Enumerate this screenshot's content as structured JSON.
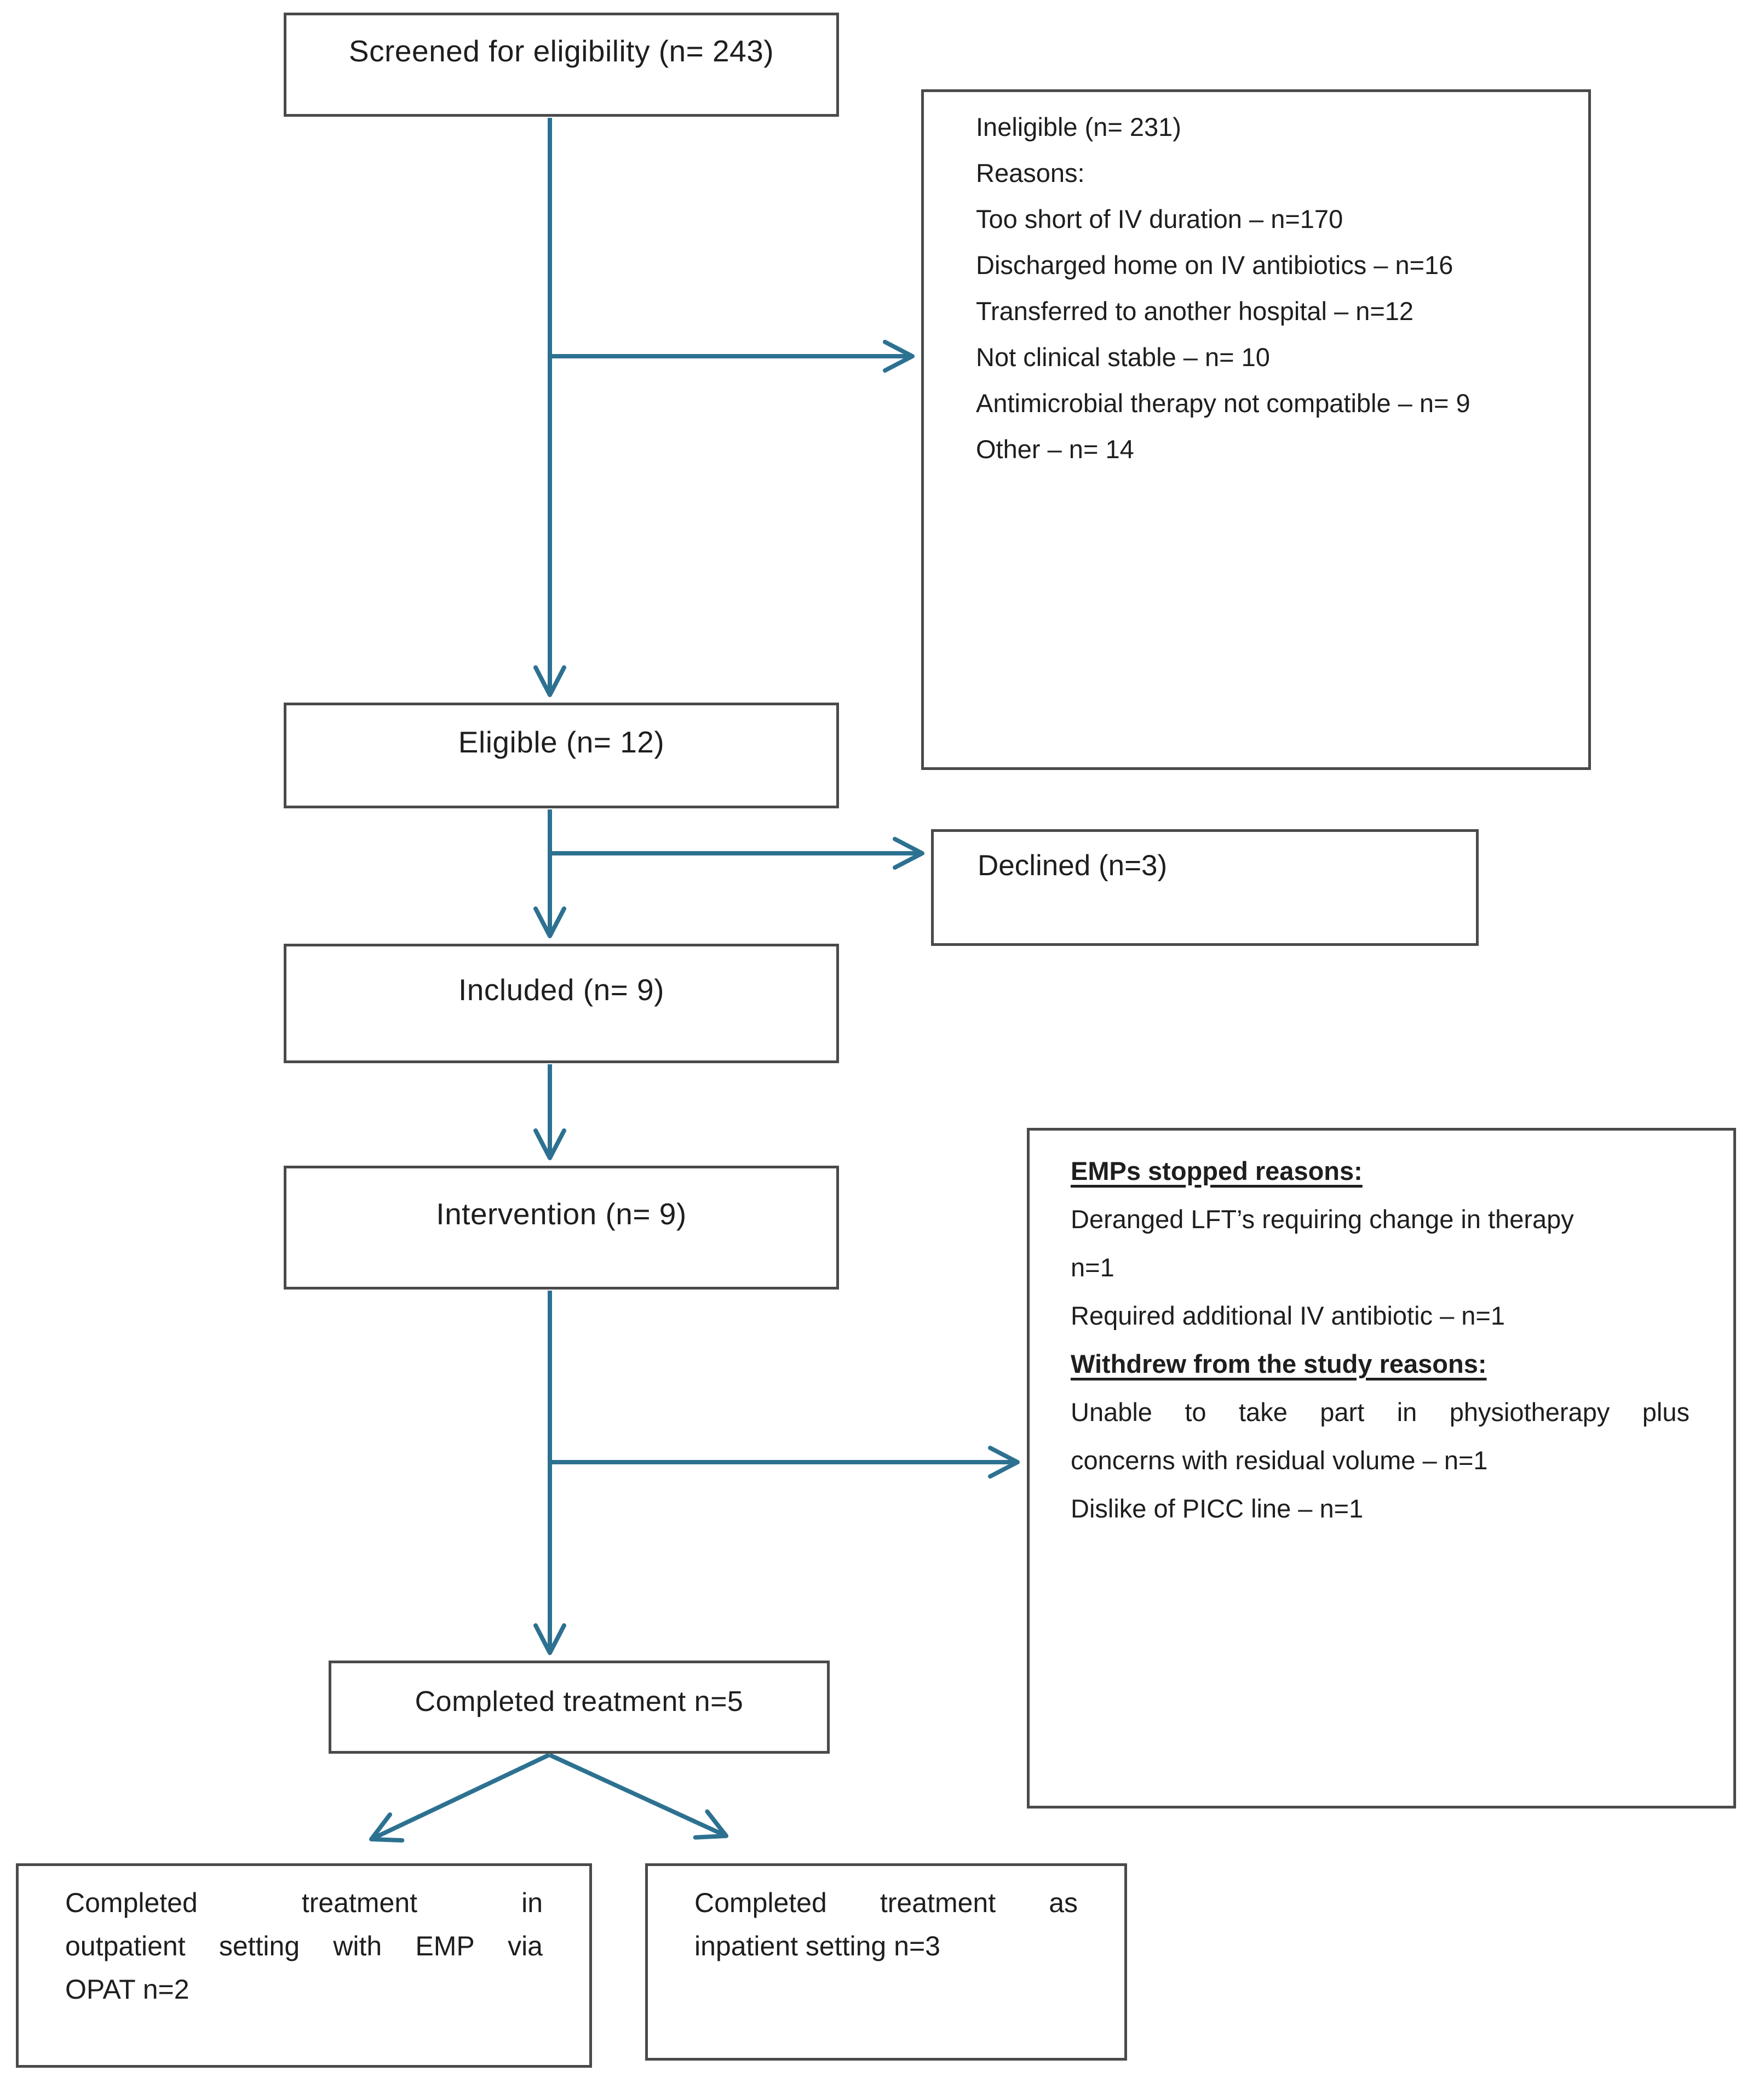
{
  "figure": {
    "type": "participant-flow-diagram",
    "description": "CONSORT-style screening and enrolment flow chart"
  },
  "palette": {
    "arrow": "#2d7191",
    "box_border": "#4a4a4a",
    "text": "#1e1e1e",
    "background": "#ffffff"
  },
  "boxes": {
    "screened": {
      "label": "Screened for eligibility (n= 243)"
    },
    "ineligible": {
      "lines": [
        "Ineligible (n= 231)",
        "Reasons:",
        "Too short of IV duration – n=170",
        "Discharged home on IV antibiotics – n=16",
        "Transferred to another hospital – n=12",
        "Not clinical stable – n= 10",
        "Antimicrobial therapy not compatible – n= 9",
        "Other – n= 14"
      ]
    },
    "eligible": {
      "label": "Eligible (n= 12)"
    },
    "declined": {
      "label": "Declined (n=3)"
    },
    "included": {
      "label": "Included (n= 9)"
    },
    "intervention": {
      "label": "Intervention (n= 9)"
    },
    "emps": {
      "lines": [
        "EMPs stopped reasons:",
        "Deranged LFT’s requiring change in therapy",
        "n=1",
        "Required additional IV antibiotic – n=1",
        "Withdrew from the study reasons:",
        "Unable to take part in physiotherapy plus",
        "concerns with residual volume – n=1",
        "Dislike of PICC line – n=1"
      ]
    },
    "completed": {
      "label": "Completed treatment n=5"
    },
    "outpatient": {
      "lines": [
        "Completed treatment in",
        "outpatient setting with EMP via",
        "OPAT n=2"
      ]
    },
    "inpatient": {
      "lines": [
        "Completed treatment as",
        "inpatient setting n=3"
      ]
    }
  }
}
